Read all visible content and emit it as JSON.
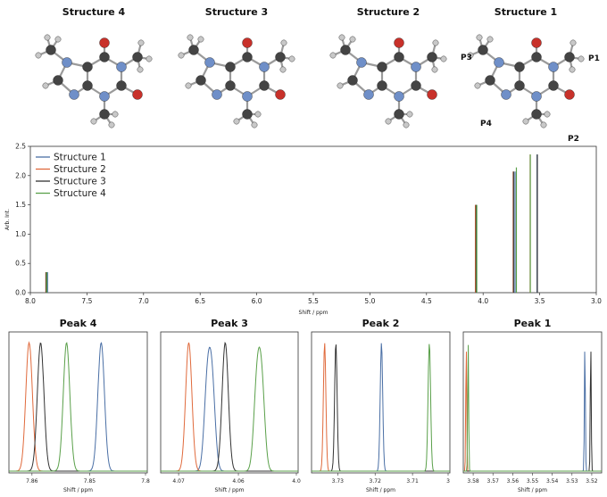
{
  "structures": [
    {
      "title": "Structure 4",
      "cx": 105
    },
    {
      "title": "Structure 3",
      "cx": 265
    },
    {
      "title": "Structure 2",
      "cx": 435
    },
    {
      "title": "Structure 1",
      "cx": 589
    }
  ],
  "position_labels": [
    "P1",
    "P2",
    "P3",
    "P4"
  ],
  "colors": {
    "Structure 1": "#4a6fa5",
    "Structure 2": "#e06a3c",
    "Structure 3": "#333333",
    "Structure 4": "#5aa04a",
    "atom_C": "#444444",
    "atom_N": "#6f8fc8",
    "atom_O": "#c8312a",
    "atom_H": "#c8c8c8"
  },
  "chart_data": [
    {
      "type": "line",
      "title": "",
      "xlabel": "Shift / ppm",
      "ylabel": "Arb. Int.",
      "xlim": [
        8.0,
        3.0
      ],
      "ylim": [
        0,
        2.5
      ],
      "xticks": [
        "8.0",
        "7.5",
        "7.0",
        "6.5",
        "6.0",
        "5.5",
        "5.0",
        "4.5",
        "4.0",
        "3.5",
        "3.0"
      ],
      "yticks": [
        "0.0",
        "0.5",
        "1.0",
        "1.5",
        "2.0",
        "2.5"
      ],
      "legend": [
        "Structure 1",
        "Structure 2",
        "Structure 3",
        "Structure 4"
      ],
      "legend_position": "top-left",
      "series": [
        {
          "name": "Structure 1",
          "peaks": [
            {
              "x": 7.848,
              "y": 0.35
            },
            {
              "x": 4.064,
              "y": 1.5
            },
            {
              "x": 3.718,
              "y": 2.07
            },
            {
              "x": 3.523,
              "y": 2.36
            }
          ]
        },
        {
          "name": "Structure 2",
          "peaks": [
            {
              "x": 7.863,
              "y": 0.35
            },
            {
              "x": 4.068,
              "y": 1.5
            },
            {
              "x": 3.734,
              "y": 2.07
            },
            {
              "x": 3.584,
              "y": 2.36
            }
          ]
        },
        {
          "name": "Structure 3",
          "peaks": [
            {
              "x": 7.86,
              "y": 0.35
            },
            {
              "x": 4.062,
              "y": 1.5
            },
            {
              "x": 3.731,
              "y": 2.07
            },
            {
              "x": 3.521,
              "y": 2.36
            }
          ]
        },
        {
          "name": "Structure 4",
          "peaks": [
            {
              "x": 7.855,
              "y": 0.35
            },
            {
              "x": 4.056,
              "y": 1.5
            },
            {
              "x": 3.706,
              "y": 2.14
            },
            {
              "x": 3.583,
              "y": 2.36
            }
          ]
        }
      ]
    },
    {
      "type": "line",
      "title": "Peak 4",
      "xlabel": "Shift / ppm",
      "xlim": [
        7.864,
        7.84
      ],
      "xticks": [
        "7.86",
        "7.85",
        "7.8"
      ],
      "series": [
        {
          "name": "Structure 1",
          "center": 7.848,
          "width": 0.0012
        },
        {
          "name": "Structure 2",
          "center": 7.8605,
          "width": 0.0012
        },
        {
          "name": "Structure 3",
          "center": 7.8585,
          "width": 0.0012
        },
        {
          "name": "Structure 4",
          "center": 7.854,
          "width": 0.0012
        }
      ]
    },
    {
      "type": "line",
      "title": "Peak 3",
      "xlabel": "Shift / ppm",
      "xlim": [
        4.073,
        4.05
      ],
      "xticks": [
        "4.07",
        "4.06",
        "4.0"
      ],
      "series": [
        {
          "name": "Structure 1",
          "center": 4.0648,
          "width": 0.0011,
          "doublet": 0.0008
        },
        {
          "name": "Structure 2",
          "center": 4.0683,
          "width": 0.0011
        },
        {
          "name": "Structure 3",
          "center": 4.0622,
          "width": 0.0011
        },
        {
          "name": "Structure 4",
          "center": 4.0565,
          "width": 0.0011,
          "doublet": 0.0008
        }
      ]
    },
    {
      "type": "line",
      "title": "Peak 2",
      "xlabel": "Shift / ppm",
      "xlim": [
        3.737,
        3.7
      ],
      "xticks": [
        "3.73",
        "3.72",
        "3.71",
        "3"
      ],
      "series": [
        {
          "name": "Structure 1",
          "center": 3.7183,
          "width": 0.0007
        },
        {
          "name": "Structure 2",
          "center": 3.7335,
          "width": 0.0007
        },
        {
          "name": "Structure 3",
          "center": 3.7305,
          "width": 0.0007
        },
        {
          "name": "Structure 4",
          "center": 3.7055,
          "width": 0.0007
        }
      ]
    },
    {
      "type": "line",
      "title": "Peak 1",
      "xlabel": "Shift / ppm",
      "xlim": [
        3.585,
        3.515
      ],
      "xticks": [
        "3.58",
        "3.57",
        "3.56",
        "3.55",
        "3.54",
        "3.53",
        "3.52"
      ],
      "series": [
        {
          "name": "Structure 1",
          "center": 3.5235,
          "width": 0.0005
        },
        {
          "name": "Structure 2",
          "center": 3.5835,
          "width": 0.0005
        },
        {
          "name": "Structure 3",
          "center": 3.5205,
          "width": 0.0005
        },
        {
          "name": "Structure 4",
          "center": 3.5825,
          "width": 0.0005
        }
      ]
    }
  ]
}
